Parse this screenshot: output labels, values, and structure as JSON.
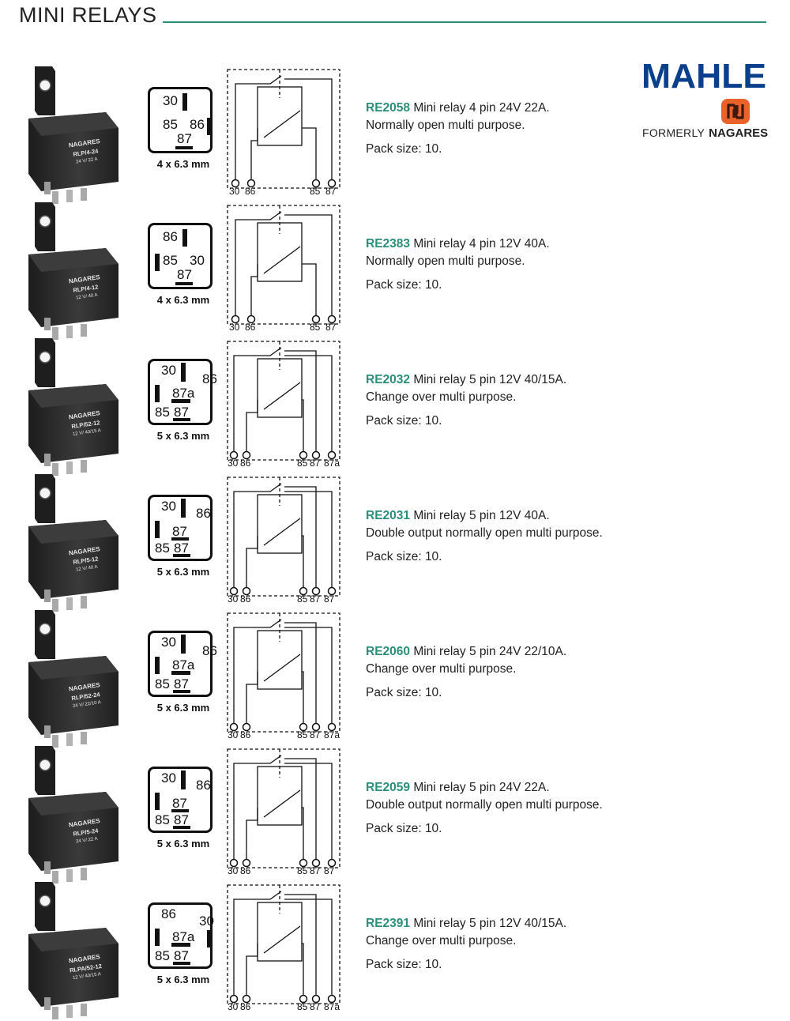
{
  "page": {
    "title": "MINI RELAYS"
  },
  "brand": {
    "name": "MAHLE",
    "formerly": "FORMERLY",
    "former_name": "NAGARES"
  },
  "products": [
    {
      "code": "RE2058",
      "spec": "Mini relay 4 pin 24V 22A.",
      "use": "Normally open multi purpose.",
      "pack": "Pack size: 10.",
      "dims": "4 x 6.3 mm",
      "pins": [
        "30",
        "85",
        "86",
        "87"
      ],
      "terminals": [
        "30",
        "86",
        "85",
        "87"
      ],
      "label_model": "RLP/4-24",
      "label_rating": "24 V/ 22 A"
    },
    {
      "code": "RE2383",
      "spec": "Mini relay 4 pin 12V 40A.",
      "use": "Normally open multi purpose.",
      "pack": "Pack size: 10.",
      "dims": "4 x 6.3 mm",
      "pins": [
        "86",
        "85",
        "30",
        "87"
      ],
      "terminals": [
        "30",
        "86",
        "85",
        "87"
      ],
      "label_model": "RLP/4-12",
      "label_rating": "12 V/ 40 A"
    },
    {
      "code": "RE2032",
      "spec": "Mini relay 5 pin 12V 40/15A.",
      "use": "Change over multi purpose.",
      "pack": "Pack size: 10.",
      "dims": "5 x 6.3 mm",
      "pins": [
        "30",
        "86",
        "87a",
        "85",
        "87"
      ],
      "terminals": [
        "30",
        "86",
        "85",
        "87",
        "87a"
      ],
      "label_model": "RLP/52-12",
      "label_rating": "12 V/ 40/15 A"
    },
    {
      "code": "RE2031",
      "spec": "Mini relay 5 pin 12V 40A.",
      "use": "Double output normally open multi purpose.",
      "pack": "Pack size: 10.",
      "dims": "5 x 6.3 mm",
      "pins": [
        "30",
        "86",
        "87",
        "85",
        "87"
      ],
      "terminals": [
        "30",
        "86",
        "85",
        "87",
        "87"
      ],
      "label_model": "RLP/5-12",
      "label_rating": "12 V/ 40 A"
    },
    {
      "code": "RE2060",
      "spec": "Mini relay 5 pin 24V 22/10A.",
      "use": "Change over multi purpose.",
      "pack": "Pack size: 10.",
      "dims": "5 x 6.3 mm",
      "pins": [
        "30",
        "86",
        "87a",
        "85",
        "87"
      ],
      "terminals": [
        "30",
        "86",
        "85",
        "87",
        "87a"
      ],
      "label_model": "RLP/52-24",
      "label_rating": "24 V/ 22/10 A"
    },
    {
      "code": "RE2059",
      "spec": "Mini relay 5 pin 24V 22A.",
      "use": "Double output normally open multi purpose.",
      "pack": "Pack size: 10.",
      "dims": "5 x 6.3 mm",
      "pins": [
        "30",
        "86",
        "87",
        "85",
        "87"
      ],
      "terminals": [
        "30",
        "86",
        "85",
        "87",
        "87"
      ],
      "label_model": "RLP/5-24",
      "label_rating": "24 V/ 22 A"
    },
    {
      "code": "RE2391",
      "spec": "Mini relay 5 pin 12V 40/15A.",
      "use": "Change over multi purpose.",
      "pack": "Pack size: 10.",
      "dims": "5 x 6.3 mm",
      "pins": [
        "86",
        "30",
        "87a",
        "85",
        "87"
      ],
      "terminals": [
        "30",
        "86",
        "85",
        "87",
        "87a"
      ],
      "label_model": "RLPA/52-12",
      "label_rating": "12 V/ 40/15 A"
    }
  ],
  "colors": {
    "accent": "#2b8f7a",
    "mahle_blue": "#0a3f8c",
    "nagares_orange": "#e8622a",
    "relay_body": "#2a2a2a"
  }
}
